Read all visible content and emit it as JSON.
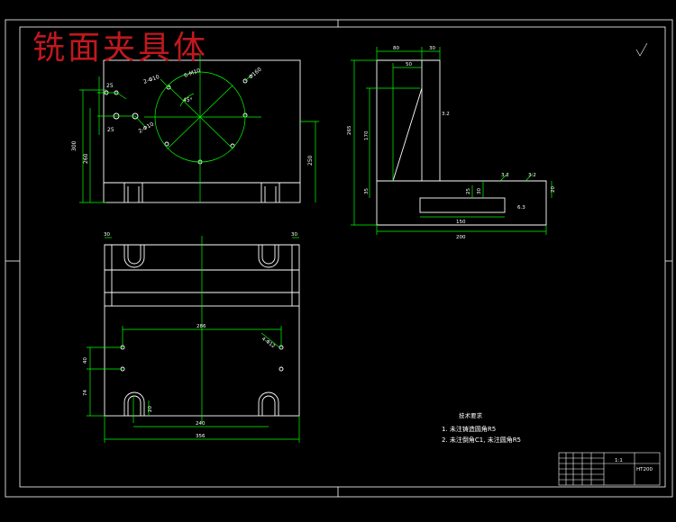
{
  "title": "铣面夹具体",
  "title_color": "#c0181e",
  "colors": {
    "background": "#000000",
    "outline": "#ffffff",
    "dimension": "#00ff00",
    "text": "#ffffff"
  },
  "front_view": {
    "dims": {
      "h_left": "300",
      "h_left_inner": "260",
      "h_right": "250",
      "circle_dia": "Φ160",
      "angle_1": "45°",
      "hole_1": "2-Φ10",
      "hole_2": "2-Φ10",
      "hole_3": "6-M10",
      "small_1": "25",
      "small_2": "25"
    }
  },
  "side_view": {
    "dims": {
      "top_1": "80",
      "top_2": "30",
      "top_3": "50",
      "height_total": "265",
      "height_mid": "170",
      "height_low": "35",
      "inner_1": "30",
      "inner_2": "25",
      "base_width": "200",
      "slot_width": "150",
      "base_right": "20",
      "roughness_1": "3.2",
      "roughness_2": "3.2",
      "roughness_3": "3.2",
      "roughness_4": "6.3"
    }
  },
  "top_view": {
    "dims": {
      "top_left": "30",
      "top_right": "30",
      "inner_span": "286",
      "width_mid": "240",
      "width_total": "356",
      "left_1": "40",
      "left_2": "74",
      "hole_label": "4-Φ12",
      "slot_dim": "20"
    }
  },
  "notes": {
    "heading": "技术要求",
    "line1": "1. 未注铸造圆角R5",
    "line2": "2. 未注倒角C1, 未注圆角R5"
  },
  "title_block": {
    "material": "HT200",
    "scale": "1:1"
  }
}
